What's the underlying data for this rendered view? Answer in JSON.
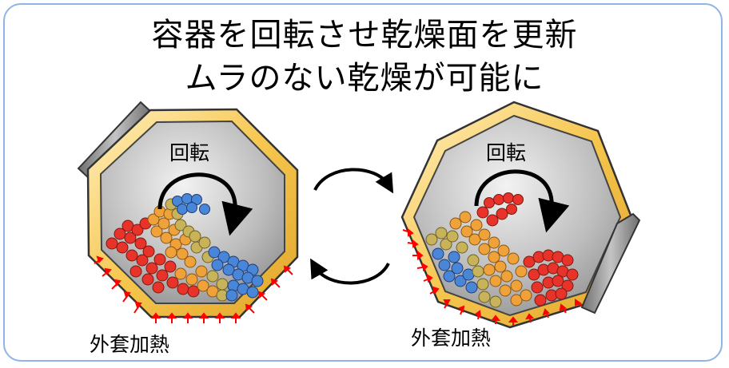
{
  "title": {
    "line1": "容器を回転させ乾燥面を更新",
    "line2": "ムラのない乾燥が可能に"
  },
  "left_vessel": {
    "rotation_label": "回転",
    "heating_label": "外套加熱"
  },
  "right_vessel": {
    "rotation_label": "回転",
    "heating_label": "外套加熱"
  },
  "colors": {
    "frame_border": "#8fb4e6",
    "jacket": "#f3c44d",
    "vessel_inner": "#c9c9c9",
    "lid": "#9a9a9a",
    "heat_arrow": "#ff0000",
    "particle_hot": "#e8332a",
    "particle_warm": "#f0a23a",
    "particle_mid": "#c8b25a",
    "particle_cool": "#4a86d8"
  },
  "icons": [
    "rotation-arrow-icon",
    "cycle-arrow-icon",
    "heat-arrow-icon"
  ]
}
